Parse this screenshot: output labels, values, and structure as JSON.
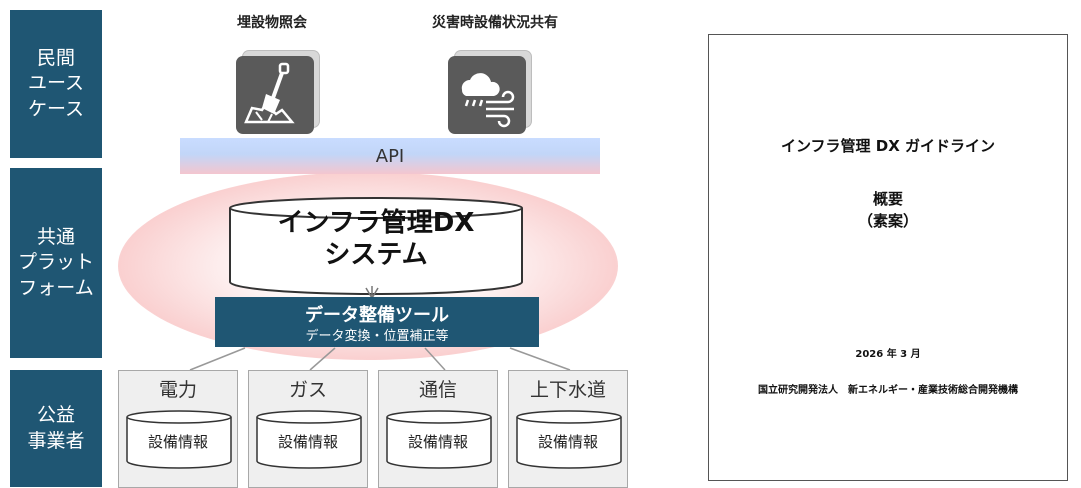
{
  "layers": {
    "private": "民間\nユース\nケース",
    "platform": "共通\nプラット\nフォーム",
    "public": "公益\n事業者"
  },
  "use_cases": [
    {
      "title": "埋設物照会",
      "icon": "shovel-icon"
    },
    {
      "title": "災害時設備状況共有",
      "icon": "storm-icon"
    }
  ],
  "api": "API",
  "dx_system": "インフラ管理DX\nシステム",
  "tool": {
    "title": "データ整備ツール",
    "subtitle": "データ変換・位置補正等"
  },
  "utilities": [
    {
      "name": "電力",
      "db": "設備情報"
    },
    {
      "name": "ガス",
      "db": "設備情報"
    },
    {
      "name": "通信",
      "db": "設備情報"
    },
    {
      "name": "上下水道",
      "db": "設備情報"
    }
  ],
  "document": {
    "title": "インフラ管理 DX ガイドライン",
    "subtitle": "概要",
    "draft": "（素案）",
    "date": "2026 年 3 月",
    "publisher": "国立研究開発法人　新エネルギー・産業技術総合開発機構"
  },
  "colors": {
    "navy": "#1f5673",
    "icon_bg": "#5a5a5a",
    "glow": "#f3a8a8"
  }
}
